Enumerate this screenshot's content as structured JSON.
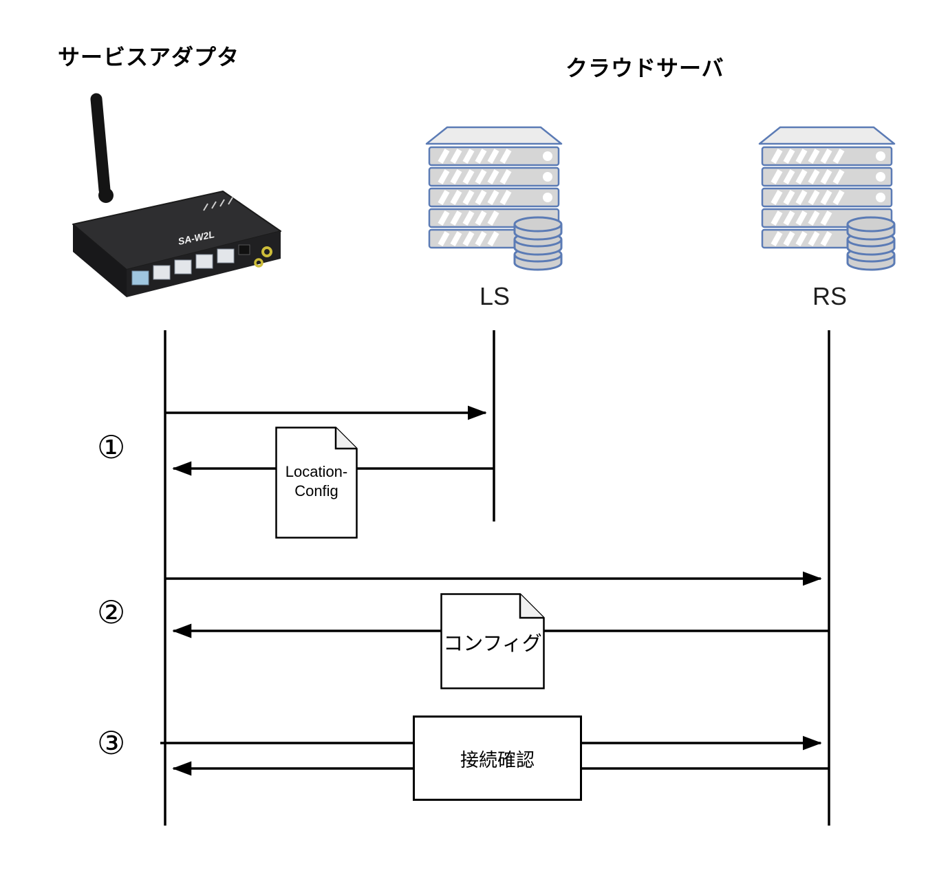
{
  "titles": {
    "adapter": "サービスアダプタ",
    "cloud": "クラウドサーバ"
  },
  "device": {
    "label": "SA-W2L"
  },
  "servers": {
    "ls": "LS",
    "rs": "RS"
  },
  "steps": {
    "s1": {
      "num": "①",
      "doc_line1": "Location-",
      "doc_line2": "Config"
    },
    "s2": {
      "num": "②",
      "doc": "コンフィグ"
    },
    "s3": {
      "num": "③",
      "box": "接続確認"
    }
  },
  "colors": {
    "server_stroke": "#5b7bb5",
    "server_fill": "#d6d6d6",
    "line": "#000000"
  }
}
